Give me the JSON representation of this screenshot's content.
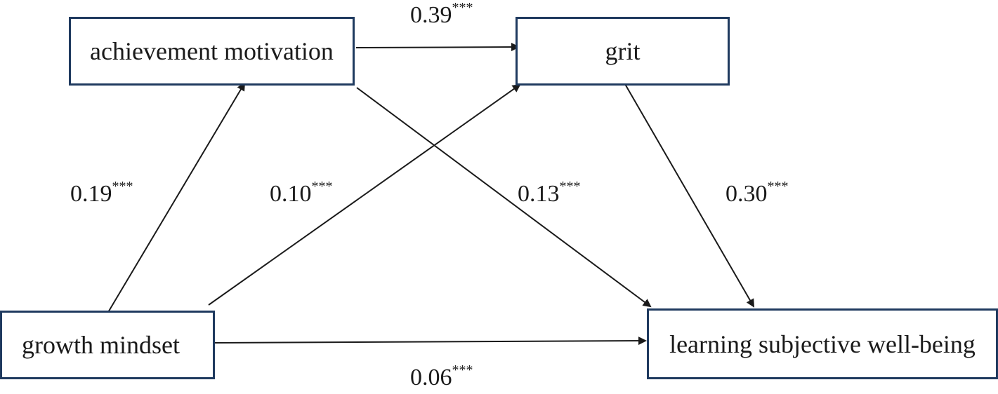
{
  "nodes": {
    "achievement_motivation": "achievement motivation",
    "grit": "grit",
    "growth_mindset": "growth mindset",
    "learning_subjective_well_being": "learning subjective well-being"
  },
  "paths": {
    "achievement_to_grit": {
      "value": "0.39",
      "sig": "***"
    },
    "growth_to_achievement": {
      "value": "0.19",
      "sig": "***"
    },
    "growth_to_grit": {
      "value": "0.10",
      "sig": "***"
    },
    "achievement_to_wellbeing": {
      "value": "0.13",
      "sig": "***"
    },
    "grit_to_wellbeing": {
      "value": "0.30",
      "sig": "***"
    },
    "growth_to_wellbeing": {
      "value": "0.06",
      "sig": "***"
    }
  },
  "colors": {
    "box_border": "#1f3a5f",
    "arrow": "#1a1a1a"
  }
}
